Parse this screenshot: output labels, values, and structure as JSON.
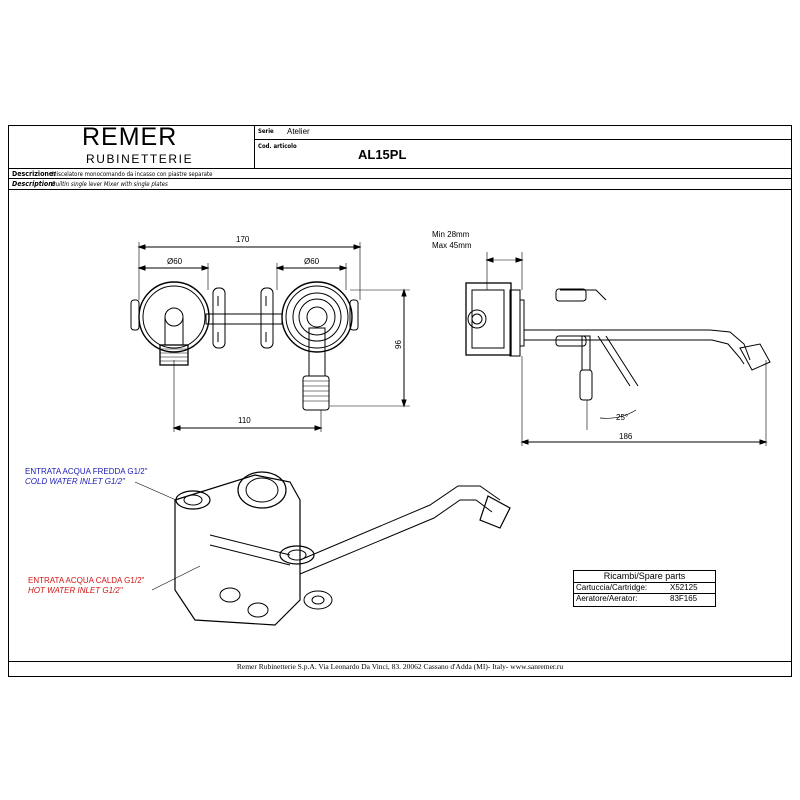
{
  "brand": {
    "name": "REMER",
    "subtitle": "RUBINETTERIE"
  },
  "header": {
    "serie_label": "Serie",
    "serie_value": "Atelier",
    "code_label": "Cod. articolo",
    "code_value": "AL15PL",
    "descr_it_label": "Descrizione:",
    "descr_it_value": "Miscelatore monocomando da incasso con piastre separate",
    "descr_en_label": "Description:",
    "descr_en_value": "Builtin single lever Mixer with single plates"
  },
  "dimensions": {
    "d170": "170",
    "d60a": "Ø60",
    "d60b": "Ø60",
    "d96": "96",
    "d110": "110",
    "min": "Min 28mm",
    "max": "Max 45mm",
    "angle": "25°",
    "d186": "186"
  },
  "inlets": {
    "cold_it": "ENTRATA ACQUA FREDDA G1/2\"",
    "cold_en": "COLD WATER INLET G1/2\"",
    "hot_it": "ENTRATA ACQUA CALDA G1/2\"",
    "hot_en": "HOT WATER INLET G1/2\""
  },
  "spare_parts": {
    "title": "Ricambi/Spare parts",
    "rows": [
      {
        "label": "Cartuccia/Cartridge:",
        "value": "X52125"
      },
      {
        "label": "Aeratore/Aerator:",
        "value": "83F165"
      }
    ]
  },
  "footer": "Remer Rubinetterie S.p.A. Via Leonardo Da Vinci, 83. 20062 Cassano d'Adda (MI)- Italy- www.sanremer.ru",
  "colors": {
    "hot": "#d21414",
    "cold": "#1a1ab4",
    "line": "#000000"
  }
}
